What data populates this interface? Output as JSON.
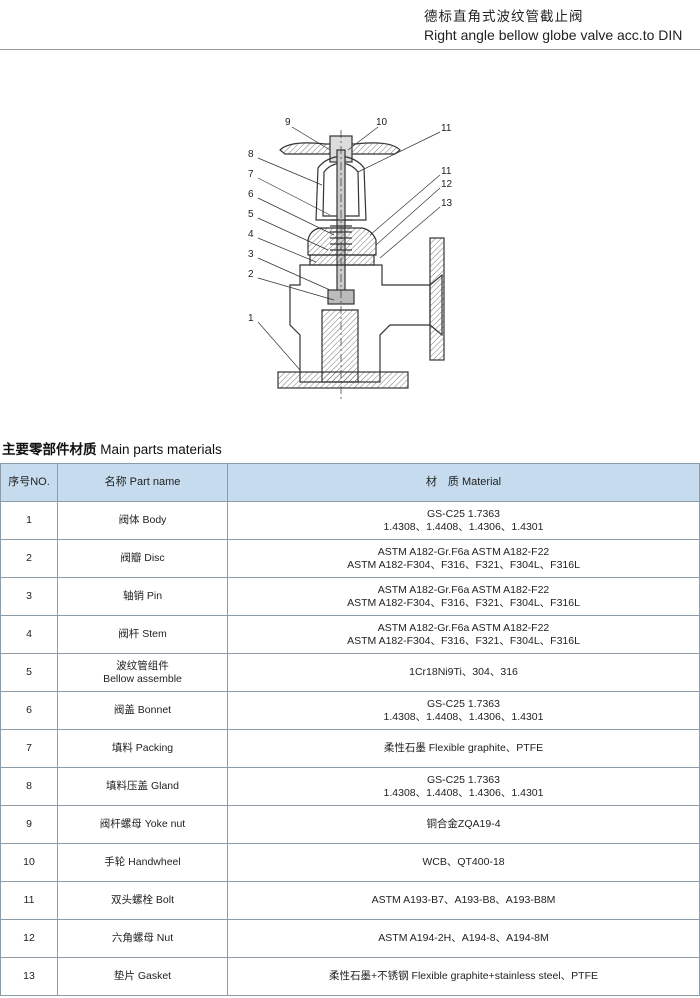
{
  "header": {
    "title_zh": "德标直角式波纹管截止阀",
    "title_en": "Right angle bellow globe valve acc.to DIN"
  },
  "diagram": {
    "labels": [
      "1",
      "2",
      "3",
      "4",
      "5",
      "6",
      "7",
      "8",
      "9",
      "10",
      "11",
      "11",
      "12",
      "13"
    ]
  },
  "section": {
    "title_zh": "主要零部件材质",
    "title_en": "Main parts materials"
  },
  "table": {
    "headers": [
      "序号NO.",
      "名称 Part name",
      "材　质 Material"
    ],
    "rows": [
      {
        "no": "1",
        "name": [
          "阀体 Body"
        ],
        "material": [
          "GS-C25  1.7363",
          "1.4308、1.4408、1.4306、1.4301"
        ]
      },
      {
        "no": "2",
        "name": [
          "阀瓣 Disc"
        ],
        "material": [
          "ASTM  A182-Gr.F6a  ASTM  A182-F22",
          "ASTM  A182-F304、F316、F321、F304L、F316L"
        ]
      },
      {
        "no": "3",
        "name": [
          "轴销 Pin"
        ],
        "material": [
          "ASTM  A182-Gr.F6a  ASTM  A182-F22",
          "ASTM  A182-F304、F316、F321、F304L、F316L"
        ]
      },
      {
        "no": "4",
        "name": [
          "阀杆 Stem"
        ],
        "material": [
          "ASTM  A182-Gr.F6a  ASTM  A182-F22",
          "ASTM  A182-F304、F316、F321、F304L、F316L"
        ]
      },
      {
        "no": "5",
        "name": [
          "波纹管组件",
          "Bellow assemble"
        ],
        "material": [
          "1Cr18Ni9Ti、304、316"
        ]
      },
      {
        "no": "6",
        "name": [
          "阀盖 Bonnet"
        ],
        "material": [
          "GS-C25  1.7363",
          "1.4308、1.4408、1.4306、1.4301"
        ]
      },
      {
        "no": "7",
        "name": [
          "填料 Packing"
        ],
        "material": [
          "柔性石墨 Flexible graphite、PTFE"
        ]
      },
      {
        "no": "8",
        "name": [
          "填料压盖 Gland"
        ],
        "material": [
          "GS-C25  1.7363",
          "1.4308、1.4408、1.4306、1.4301"
        ]
      },
      {
        "no": "9",
        "name": [
          "阀杆螺母 Yoke nut"
        ],
        "material": [
          "铜合金ZQA19-4"
        ]
      },
      {
        "no": "10",
        "name": [
          "手轮 Handwheel"
        ],
        "material": [
          "WCB、QT400-18"
        ]
      },
      {
        "no": "11",
        "name": [
          "双头螺栓 Bolt"
        ],
        "material": [
          "ASTM A193-B7、A193-B8、A193-B8M"
        ]
      },
      {
        "no": "12",
        "name": [
          "六角螺母 Nut"
        ],
        "material": [
          "ASTM A194-2H、A194-8、A194-8M"
        ]
      },
      {
        "no": "13",
        "name": [
          "垫片 Gasket"
        ],
        "material": [
          "柔性石墨+不锈钢 Flexible graphite+stainless steel、PTFE"
        ]
      }
    ]
  }
}
